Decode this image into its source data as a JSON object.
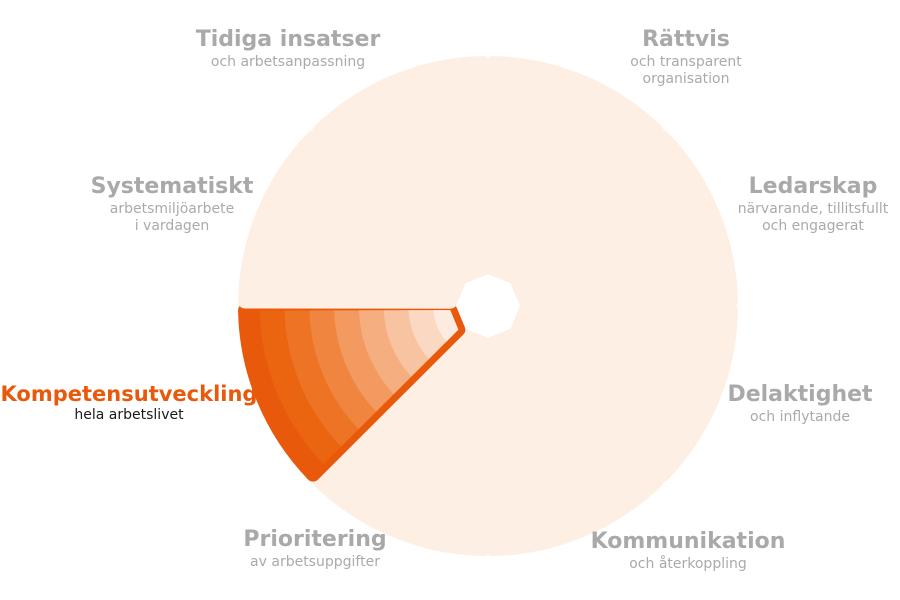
{
  "colors": {
    "inactive_fill": "#fdefe3",
    "inactive_text": "#a9a9a9",
    "active_title": "#e8590c",
    "active_sub": "#1a1a1a",
    "active_gradient": [
      "#e8590c",
      "#eb640f",
      "#ed7424",
      "#f08540",
      "#f29a5f",
      "#f5ae80",
      "#f8c3a1",
      "#fad8c2",
      "#fdebdf"
    ]
  },
  "active_segment": "kompetensutveckling",
  "segments": [
    {
      "id": "tidiga-insatser",
      "title": "Tidiga insatser",
      "subtitle": "och arbetsanpassning",
      "active": false
    },
    {
      "id": "rattvis",
      "title": "Rättvis",
      "subtitle": "och transparent\norganisation",
      "active": false
    },
    {
      "id": "ledarskap",
      "title": "Ledarskap",
      "subtitle": "närvarande, tillitsfullt\noch engagerat",
      "active": false
    },
    {
      "id": "delaktighet",
      "title": "Delaktighet",
      "subtitle": "och inflytande",
      "active": false
    },
    {
      "id": "kommunikation",
      "title": "Kommunikation",
      "subtitle": "och återkoppling",
      "active": false
    },
    {
      "id": "prioritering",
      "title": "Prioritering",
      "subtitle": "av arbetsuppgifter",
      "active": false
    },
    {
      "id": "kompetensutveckling",
      "title": "Kompetensutveckling",
      "subtitle": "hela arbetslivet",
      "active": true
    },
    {
      "id": "systematiskt",
      "title": "Systematiskt",
      "subtitle": "arbetsmiljöarbete\ni vardagen",
      "active": false
    }
  ]
}
